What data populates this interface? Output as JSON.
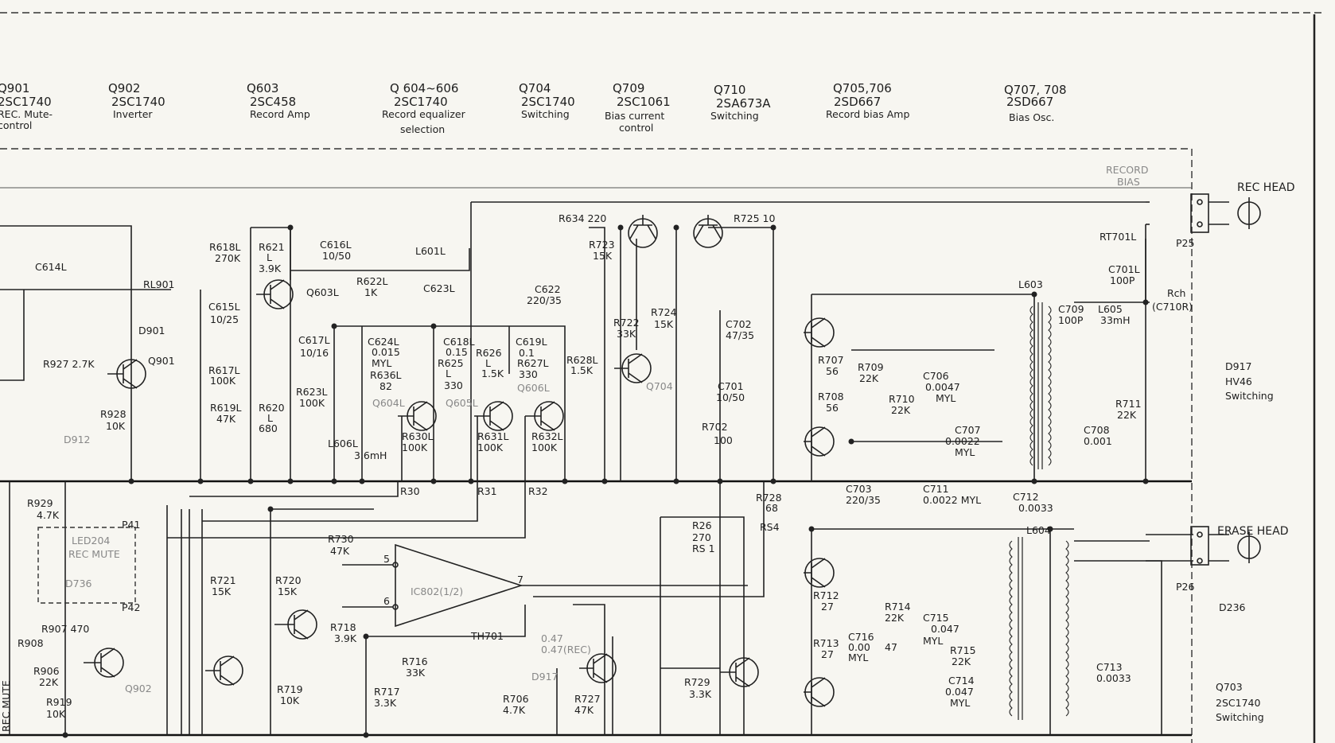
{
  "headers": [
    {
      "id": "q901",
      "ref": "Q901",
      "part": "2SC1740",
      "desc": "REC. Mute-",
      "desc2": "control"
    },
    {
      "id": "q902",
      "ref": "Q902",
      "part": "2SC1740",
      "desc": "Inverter",
      "desc2": ""
    },
    {
      "id": "q603",
      "ref": "Q603",
      "part": "2SC458",
      "desc": "Record Amp",
      "desc2": ""
    },
    {
      "id": "q604",
      "ref": "Q 604~606",
      "part": "2SC1740",
      "desc": "Record equalizer",
      "desc2": "selection"
    },
    {
      "id": "q704",
      "ref": "Q704",
      "part": "2SC1740",
      "desc": "Switching",
      "desc2": ""
    },
    {
      "id": "q709",
      "ref": "Q709",
      "part": "2SC1061",
      "desc": "Bias current",
      "desc2": "control"
    },
    {
      "id": "q710",
      "ref": "Q710",
      "part": "2SA673A",
      "desc": "Switching",
      "desc2": ""
    },
    {
      "id": "q705",
      "ref": "Q705,706",
      "part": "2SD667",
      "desc": "Record bias Amp",
      "desc2": ""
    },
    {
      "id": "q707",
      "ref": "Q707, 708",
      "part": "2SD667",
      "desc": "Bias Osc.",
      "desc2": ""
    }
  ],
  "heads": {
    "rec": "REC HEAD",
    "erase": "ERASE HEAD",
    "p25": "P25",
    "p26": "P26",
    "d236": "D236",
    "record_bias_1": "RECORD",
    "record_bias_2": "BIAS"
  },
  "right_notes": {
    "d917_ref": "D917",
    "d917_part": "HV46",
    "d917_desc": "Switching",
    "q703_ref": "Q703",
    "q703_part": "2SC1740",
    "q703_desc": "Switching"
  },
  "bus_labels": {
    "r30": "R30",
    "r31": "R31",
    "r32": "R32",
    "rec_mute": "REC MUTE"
  },
  "led_box": {
    "p41": "P41",
    "p42": "P42",
    "led": "LED204",
    "mute": "REC MUTE",
    "d736": "D736"
  },
  "components": {
    "c614l": "C614L",
    "rl901": "RL901",
    "d901": "D901",
    "q901": "Q901",
    "r927": "R927 2.7K",
    "r928": "R928",
    "r928v": "10K",
    "d912": "D912",
    "r618l": "R618L",
    "r618lv": "270K",
    "r621": "R621",
    "r621b": "L",
    "r621v": "3.9K",
    "c616l": "C616L",
    "c616lv": "10/50",
    "r622l": "R622L",
    "r622lv": "1K",
    "l601l": "L601L",
    "c623l": "C623L",
    "q603l": "Q603L",
    "c615l": "C615L",
    "c615lv": "10/25",
    "r617l": "R617L",
    "r617lv": "100K",
    "r619l": "R619L",
    "r619lv": "47K",
    "r620": "R620",
    "r620b": "L",
    "r620v": "680",
    "c617l": "C617L",
    "c617lv": "10/16",
    "r623l": "R623L",
    "r623lv": "100K",
    "c624l": "C624L",
    "c624lv": "0.015",
    "c624lt": "MYL",
    "r636l": "R636L",
    "r636lv": "82",
    "l606l": "L606L",
    "l606lv": "3.6mH",
    "q604l": "Q604L",
    "r630l": "R630L",
    "r630lv": "100K",
    "c618l": "C618L",
    "c618lv": "0.15",
    "r625": "R625",
    "r625b": "L",
    "r625v": "330",
    "r626": "R626",
    "r626b": "L",
    "r626v": "1.5K",
    "q605l": "Q605L",
    "r631l": "R631L",
    "r631lv": "100K",
    "c619l": "C619L",
    "c619lv": "0.1",
    "r627l": "R627L",
    "r627lv": "330",
    "q606l": "Q606L",
    "r628l": "R628L",
    "r628lv": "1.5K",
    "r632l": "R632L",
    "r632lv": "100K",
    "r634": "R634 220",
    "c622": "C622",
    "c622v": "220/35",
    "r723": "R723",
    "r723v": "15K",
    "r722": "R722",
    "r722v": "33K",
    "r724": "R724",
    "r724v": "15K",
    "q704": "Q704",
    "r725": "R725 10",
    "c702": "C702",
    "c702v": "47/35",
    "c701": "C701",
    "c701v": "10/50",
    "r702": "R702",
    "r702v": "100",
    "l603": "L603",
    "c709": "C709",
    "c709v": "100P",
    "l605": "L605",
    "l605v": "33mH",
    "rt701l": "RT701L",
    "c701l": "C701L",
    "c701lv": "100P",
    "rch": "Rch",
    "c710r": "(C710R)",
    "r707": "R707",
    "r707v": "56",
    "r708": "R708",
    "r708v": "56",
    "r709": "R709",
    "r709v": "22K",
    "r710": "R710",
    "r710v": "22K",
    "c706": "C706",
    "c706v": "0.0047",
    "c706t": "MYL",
    "c707": "C707",
    "c707v": "0.0022",
    "c707t": "MYL",
    "c708": "C708",
    "c708v": "0.001",
    "r711": "R711",
    "r711v": "22K",
    "c703": "C703",
    "c703v": "220/35",
    "c711": "C711",
    "c711v": "0.0022 MYL",
    "c712": "C712",
    "c712v": "0.0033",
    "l604": "L604",
    "r728": "R728",
    "r728v": "68",
    "rs4": "RS4",
    "r26": "R26",
    "r26v": "270",
    "rs1": "RS 1",
    "r929": "R929",
    "r929v": "4.7K",
    "r907": "R907 470",
    "r908": "R908",
    "r906": "R906",
    "r906v": "22K",
    "r919": "R919",
    "r919v": "10K",
    "q902": "Q902",
    "r730": "R730",
    "r730v": "47K",
    "r721": "R721",
    "r721v": "15K",
    "r720": "R720",
    "r720v": "15K",
    "ic": "IC802(1/2)",
    "pin5": "5",
    "pin6": "6",
    "pin7": "7",
    "r718": "R718",
    "r718v": "3.9K",
    "r716": "R716",
    "r716v": "33K",
    "th701": "TH701",
    "r717": "R717",
    "r717v": "3.3K",
    "r719": "R719",
    "r719v": "10K",
    "note_047": "0.47",
    "note_047rec": "0.47(REC)",
    "d917": "D917",
    "r706": "R706",
    "r706v": "4.7K",
    "r727": "R727",
    "r727v": "47K",
    "r729": "R729",
    "r729v": "3.3K",
    "r712": "R712",
    "r712v": "27",
    "r713": "R713",
    "r713v": "27",
    "c716": "C716",
    "c716v": "0.00",
    "c716t": "MYL",
    "r714": "R714",
    "r714v": "22K",
    "r714b": "47",
    "c715": "C715",
    "c715v": "0.047",
    "c715t": "MYL",
    "r715": "R715",
    "r715v": "22K",
    "c714": "C714",
    "c714v": "0.047",
    "c714t": "MYL",
    "c713": "C713",
    "c713v": "0.0033"
  }
}
